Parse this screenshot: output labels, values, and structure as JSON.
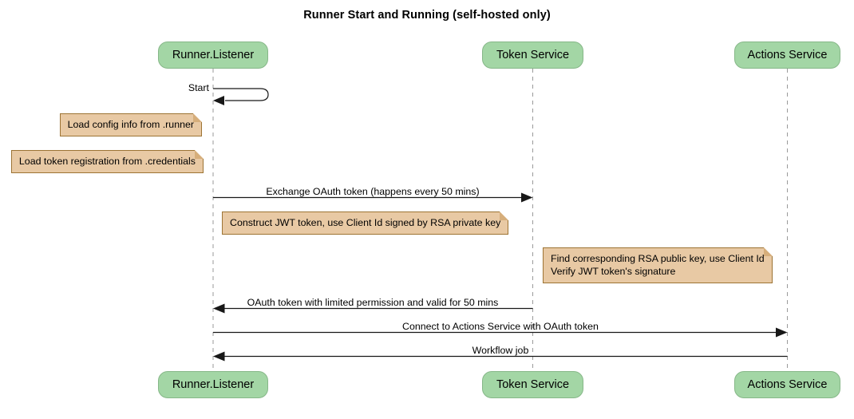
{
  "title": "Runner Start and Running (self-hosted only)",
  "participants": [
    {
      "name": "Runner.Listener"
    },
    {
      "name": "Token Service"
    },
    {
      "name": "Actions Service"
    }
  ],
  "messages": {
    "start": {
      "label": "Start",
      "from": "Runner.Listener",
      "to": "Runner.Listener",
      "type": "self"
    },
    "exchange": {
      "label": "Exchange OAuth token (happens every 50 mins)",
      "from": "Runner.Listener",
      "to": "Token Service"
    },
    "oauth_return": {
      "label": "OAuth token with limited permission and valid for 50 mins",
      "from": "Token Service",
      "to": "Runner.Listener"
    },
    "connect": {
      "label": "Connect to Actions Service with OAuth token",
      "from": "Runner.Listener",
      "to": "Actions Service"
    },
    "workflow": {
      "label": "Workflow job",
      "from": "Actions Service",
      "to": "Runner.Listener"
    }
  },
  "notes": {
    "config": {
      "text": "Load config info from .runner"
    },
    "credentials": {
      "text": "Load token registration from .credentials"
    },
    "jwt": {
      "text": "Construct JWT token, use Client Id signed by RSA private key"
    },
    "verify": {
      "text": "Find corresponding RSA public key, use Client Id\nVerify JWT token's signature"
    }
  },
  "colors": {
    "participant_fill": "#a3d6a5",
    "participant_border": "#86b788",
    "note_fill": "#e8c9a4",
    "note_border": "#9d7434",
    "note_fold": "#d6ae7b",
    "line": "#181818",
    "lifeline": "#9a9a9a"
  }
}
